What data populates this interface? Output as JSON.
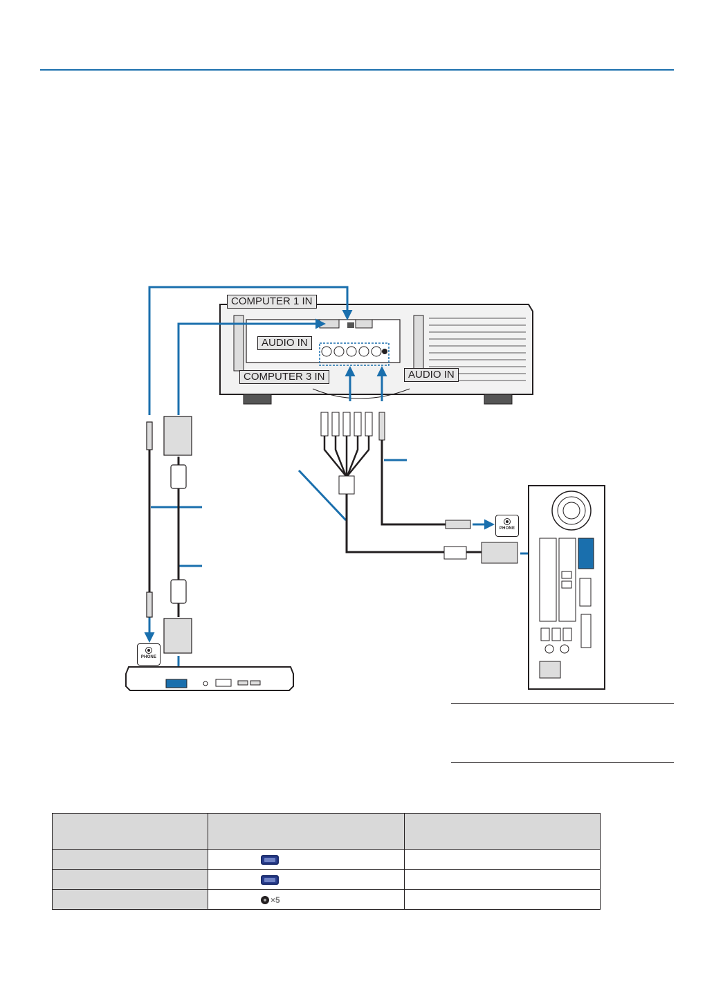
{
  "labels": {
    "computer1_in": "COMPUTER 1 IN",
    "audio_in_top": "AUDIO IN",
    "computer3_in": "COMPUTER 3 IN",
    "audio_in_right": "AUDIO IN"
  },
  "phone_jacks": {
    "laptop": "PHONE",
    "desktop": "PHONE"
  },
  "table": {
    "rows": [
      {
        "icon": "vga-connector-icon"
      },
      {
        "icon": "vga-connector-icon"
      },
      {
        "icon": "rca-jack-icon",
        "multiplier": "×5"
      }
    ]
  },
  "colors": {
    "accent": "#1a6fad",
    "cable": "#231f20",
    "table_header": "#d9d9d9"
  }
}
